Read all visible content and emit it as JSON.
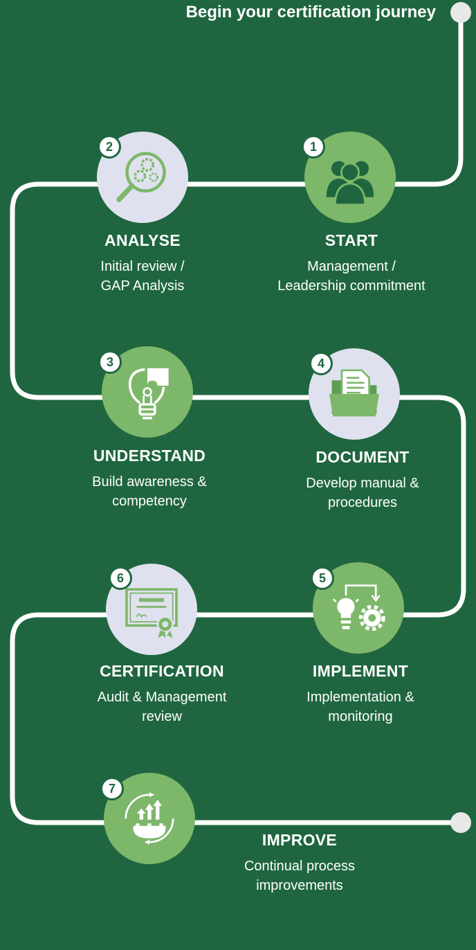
{
  "heading": "Begin your certification journey",
  "colors": {
    "background": "#1f6640",
    "path": "#ffffff",
    "green_circle": "#7db76a",
    "light_circle": "#dfe2ee",
    "icon_dark_green": "#1f6640",
    "icon_muted": "#7db76a"
  },
  "steps": [
    {
      "number": "1",
      "title": "START",
      "desc_line1": "Management /",
      "desc_line2": "Leadership commitment",
      "icon": "team-icon"
    },
    {
      "number": "2",
      "title": "ANALYSE",
      "desc_line1": "Initial review /",
      "desc_line2": "GAP Analysis",
      "icon": "magnifier-gears-icon"
    },
    {
      "number": "3",
      "title": "UNDERSTAND",
      "desc_line1": "Build awareness &",
      "desc_line2": "competency",
      "icon": "lightbulb-puzzle-icon"
    },
    {
      "number": "4",
      "title": "DOCUMENT",
      "desc_line1": "Develop manual &",
      "desc_line2": "procedures",
      "icon": "folder-document-icon"
    },
    {
      "number": "5",
      "title": "IMPLEMENT",
      "desc_line1": "Implementation &",
      "desc_line2": "monitoring",
      "icon": "lightbulb-gear-icon"
    },
    {
      "number": "6",
      "title": "CERTIFICATION",
      "desc_line1": "Audit & Management",
      "desc_line2": "review",
      "icon": "certificate-icon"
    },
    {
      "number": "7",
      "title": "IMPROVE",
      "desc_line1": "Continual process",
      "desc_line2": "improvements",
      "icon": "gear-arrows-icon"
    }
  ]
}
